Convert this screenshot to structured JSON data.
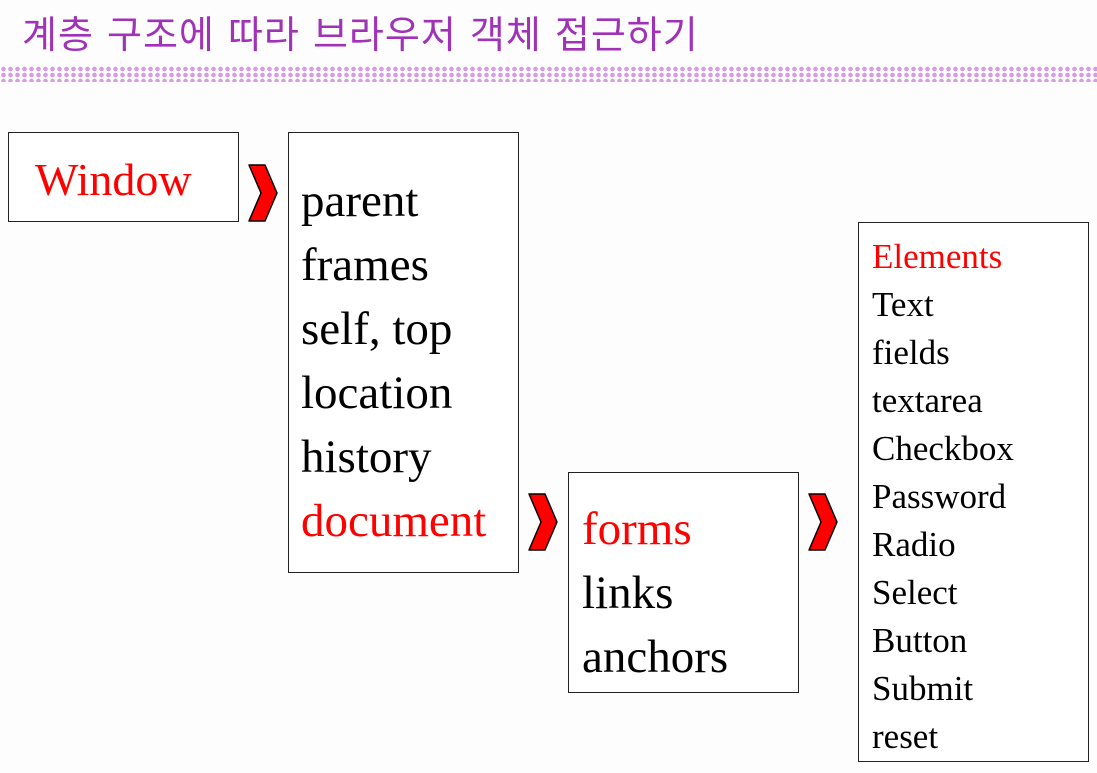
{
  "title": "계층 구조에 따라 브라우저 객체 접근하기",
  "window_box": {
    "label": "Window"
  },
  "window_properties": [
    {
      "label": "parent",
      "highlight": false
    },
    {
      "label": "frames",
      "highlight": false
    },
    {
      "label": "self, top",
      "highlight": false
    },
    {
      "label": "location",
      "highlight": false
    },
    {
      "label": "history",
      "highlight": false
    },
    {
      "label": "document",
      "highlight": true
    }
  ],
  "document_properties": [
    {
      "label": "forms",
      "highlight": true
    },
    {
      "label": "links",
      "highlight": false
    },
    {
      "label": "anchors",
      "highlight": false
    }
  ],
  "form_elements": [
    {
      "label": "Elements",
      "highlight": true
    },
    {
      "label": "Text",
      "highlight": false
    },
    {
      "label": "fields",
      "highlight": false
    },
    {
      "label": "textarea",
      "highlight": false
    },
    {
      "label": "Checkbox",
      "highlight": false
    },
    {
      "label": "Password",
      "highlight": false
    },
    {
      "label": "Radio",
      "highlight": false
    },
    {
      "label": "Select",
      "highlight": false
    },
    {
      "label": "Button",
      "highlight": false
    },
    {
      "label": "Submit",
      "highlight": false
    },
    {
      "label": "reset",
      "highlight": false
    }
  ],
  "colors": {
    "title": "#a032b8",
    "highlight": "#ff0000",
    "text": "#000000",
    "arrow_fill": "#ff0000",
    "dots": "#d79ce3"
  },
  "icons": {
    "arrow": "chevron-right-icon"
  }
}
